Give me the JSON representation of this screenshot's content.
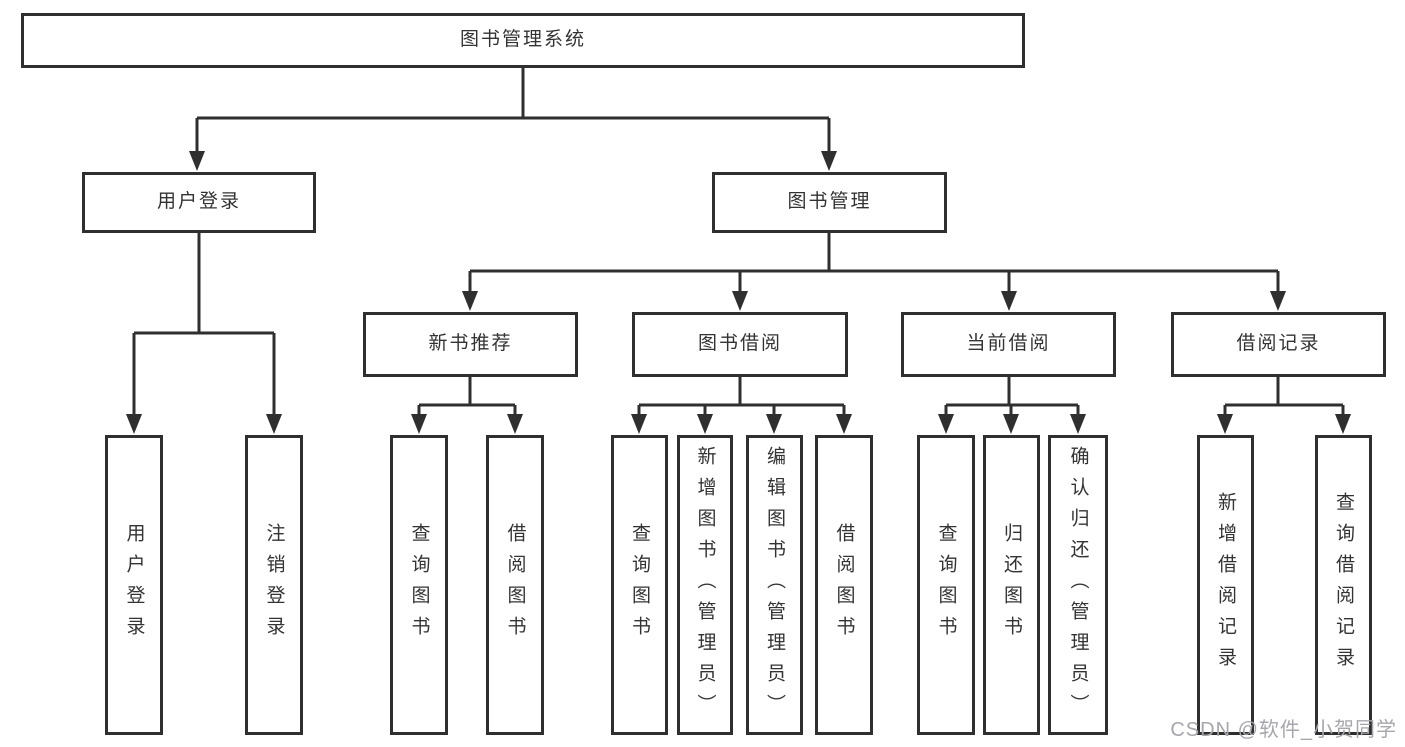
{
  "colors": {
    "line": "#2f2f2f",
    "text": "#333333",
    "watermark": "#a6a6ac",
    "background": "#ffffff"
  },
  "watermark": {
    "text": "CSDN @软件_小贺同学"
  },
  "tree": {
    "label": "图书管理系统",
    "children": [
      {
        "label": "用户登录",
        "children": [
          {
            "label": "用户登录"
          },
          {
            "label": "注销登录"
          }
        ]
      },
      {
        "label": "图书管理",
        "children": [
          {
            "label": "新书推荐",
            "children": [
              {
                "label": "查询图书"
              },
              {
                "label": "借阅图书"
              }
            ]
          },
          {
            "label": "图书借阅",
            "children": [
              {
                "label": "查询图书"
              },
              {
                "label": "新增图书（管理员）"
              },
              {
                "label": "编辑图书（管理员）"
              },
              {
                "label": "借阅图书"
              }
            ]
          },
          {
            "label": "当前借阅",
            "children": [
              {
                "label": "查询图书"
              },
              {
                "label": "归还图书"
              },
              {
                "label": "确认归还（管理员）"
              }
            ]
          },
          {
            "label": "借阅记录",
            "children": [
              {
                "label": "新增借阅记录"
              },
              {
                "label": "查询借阅记录"
              }
            ]
          }
        ]
      }
    ]
  }
}
